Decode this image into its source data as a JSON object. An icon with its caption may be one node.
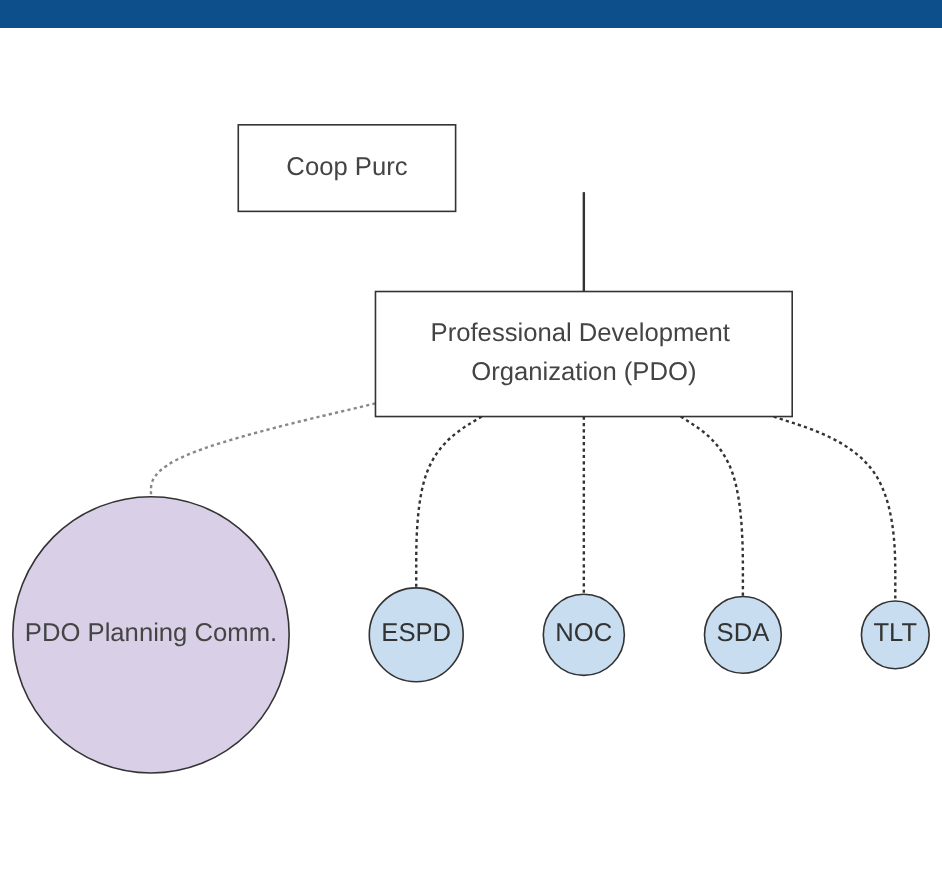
{
  "diagram": {
    "nodes": [
      {
        "text": [
          "Professional Development Organization (PDO)"
        ]
      },
      {
        "text": [
          "Coop Purc"
        ]
      },
      {
        "text": [
          "PDO Planning Comm."
        ]
      },
      {
        "text": [
          "ESPD"
        ]
      },
      {
        "text": [
          "NOC"
        ]
      },
      {
        "text": [
          "SDA"
        ]
      },
      {
        "text": [
          "TLT"
        ]
      }
    ],
    "edges": [
      {
        "from": null,
        "to": 0,
        "arrow": "none"
      },
      {
        "from": 0,
        "to": 2,
        "arrow": "none",
        "style": "dashed",
        "color": "#888888"
      },
      {
        "from": 0,
        "to": 3,
        "arrow": "none",
        "style": "dashed"
      },
      {
        "from": 0,
        "to": 4,
        "arrow": "none",
        "style": "dashed"
      },
      {
        "from": 0,
        "to": 5,
        "arrow": "none",
        "style": "dashed"
      },
      {
        "from": 0,
        "to": 6,
        "arrow": "none",
        "style": "dashed"
      }
    ]
  }
}
